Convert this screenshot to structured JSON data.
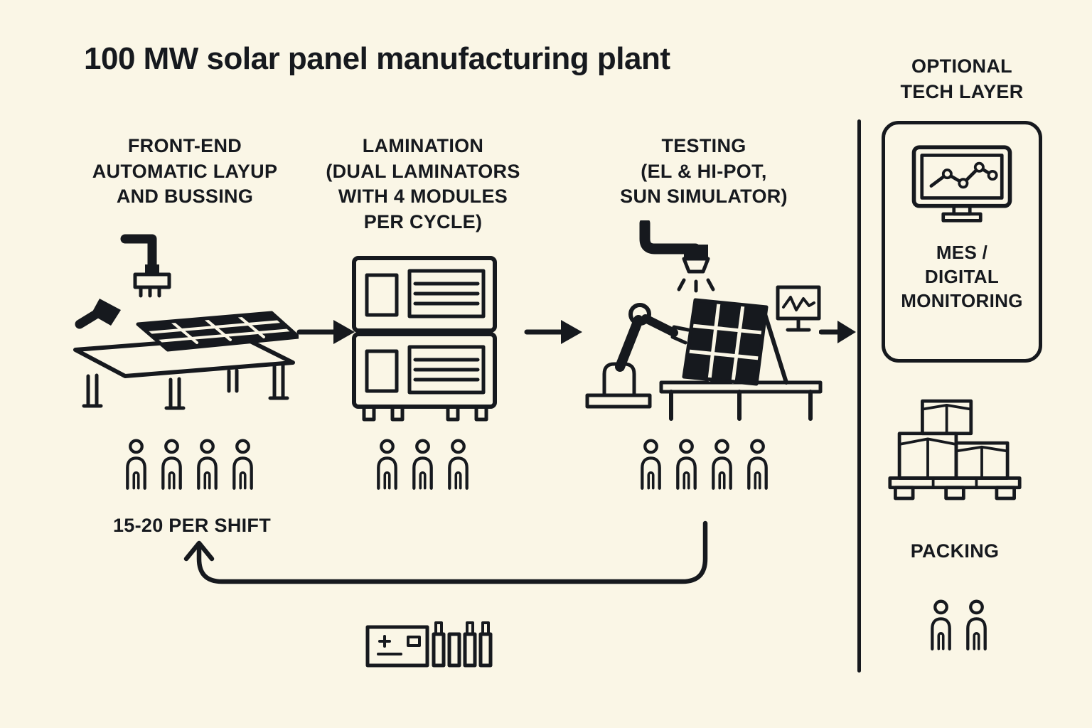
{
  "colors": {
    "background": "#FAF6E6",
    "ink": "#16191E"
  },
  "title": "100 MW solar panel manufacturing plant",
  "stages": [
    {
      "id": "front-end",
      "label": "FRONT-END\nAUTOMATIC LAYUP\nAND BUSSING",
      "workers": 4,
      "staffing_note": "15-20 PER SHIFT",
      "icon": "layup-machine-icon"
    },
    {
      "id": "lamination",
      "label": "LAMINATION\n(DUAL LAMINATORS\nWITH 4 MODULES\nPER CYCLE)",
      "workers": 3,
      "icon": "dual-laminator-icon"
    },
    {
      "id": "testing",
      "label": "TESTING\n(EL & HI-POT,\nSUN SIMULATOR)",
      "workers": 4,
      "icon": "testing-station-icon"
    }
  ],
  "tech_layer": {
    "heading": "OPTIONAL\nTECH LAYER",
    "mes_label": "MES /\nDIGITAL\nMONITORING",
    "packing_label": "PACKING",
    "packing_workers": 2
  }
}
